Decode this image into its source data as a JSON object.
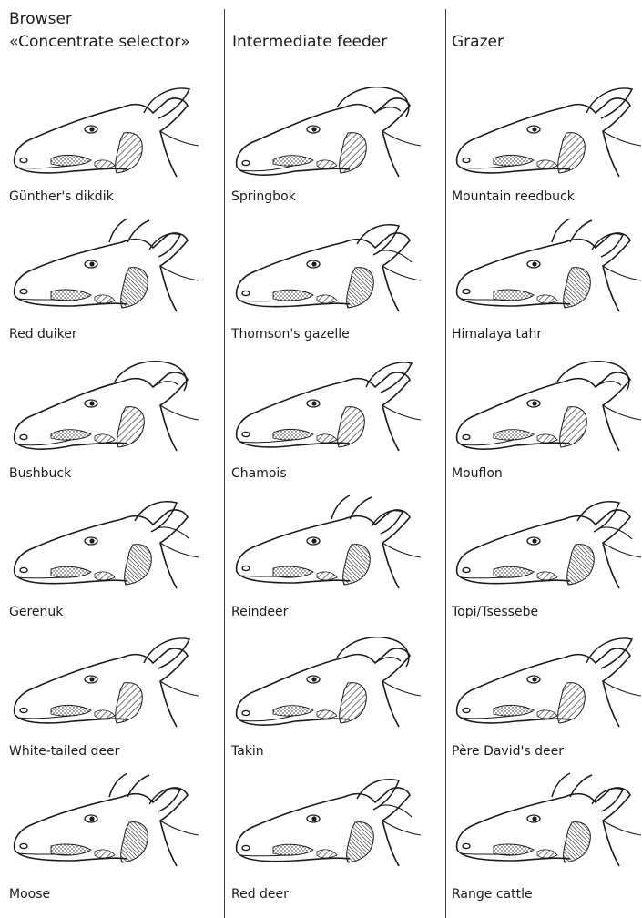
{
  "columns": [
    {
      "header_line1": "Browser",
      "header_line2": "«Concentrate selector»",
      "animals": [
        "Günther's dikdik",
        "Red duiker",
        "Bushbuck",
        "Gerenuk",
        "White-tailed deer",
        "Moose"
      ]
    },
    {
      "header_line1": "Intermediate feeder",
      "header_line2": "",
      "animals": [
        "Springbok",
        "Thomson's gazelle",
        "Chamois",
        "Reindeer",
        "Takin",
        "Red deer"
      ]
    },
    {
      "header_line1": "Grazer",
      "header_line2": "",
      "animals": [
        "Mountain reedbuck",
        "Himalaya tahr",
        "Mouflon",
        "Topi/Tsessebe",
        "Père David's deer",
        "Range cattle"
      ]
    }
  ],
  "colors": {
    "ink": "#1a1a1a",
    "background": "#ffffff",
    "divider": "#3a3a3a"
  },
  "icons": {
    "drawing": "animal-head-drawing-icon"
  }
}
